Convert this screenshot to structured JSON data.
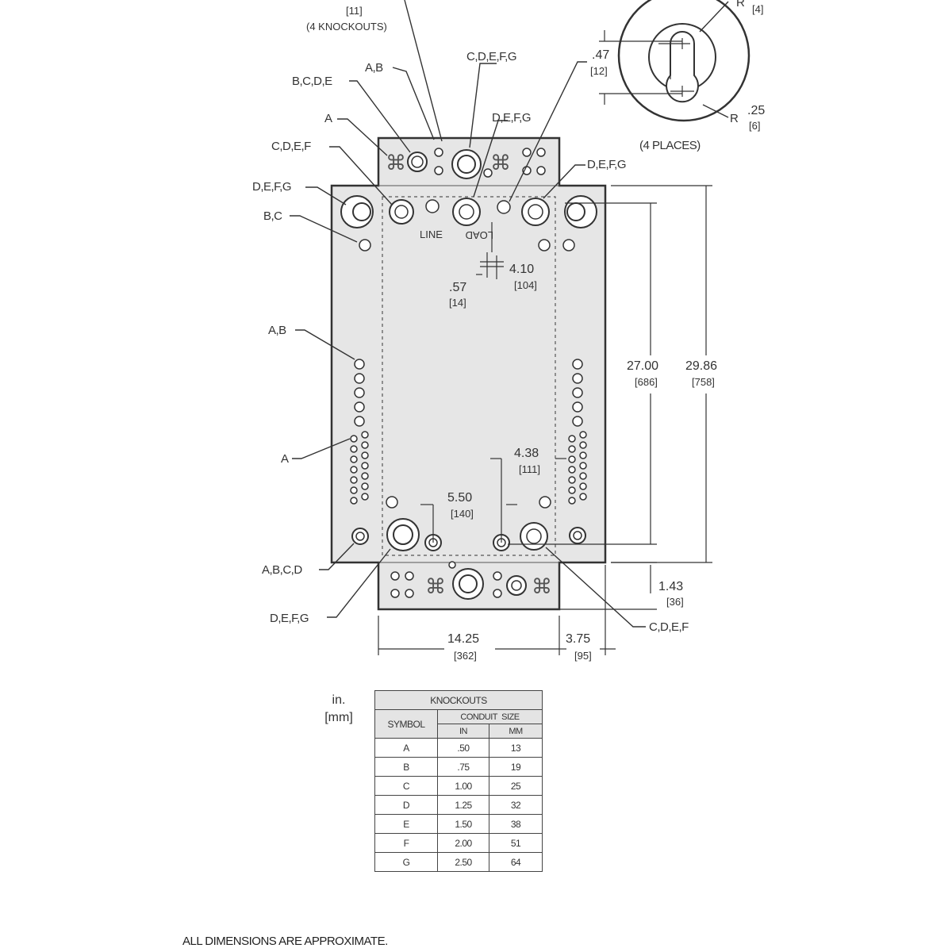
{
  "diagram": {
    "knockout_labels": {
      "top_knockouts_mm": "[11]",
      "top_knockouts_note": "(4 KNOCKOUTS)",
      "a_b_top": "A,B",
      "b_c_d_e": "B,C,D,E",
      "c_d_e_f_g_top": "C,D,E,F,G",
      "d_e_f_g_top_center": "D,E,F,G",
      "a_top_left": "A",
      "c_d_e_f_left": "C,D,E,F",
      "d_e_f_g_left": "D,E,F,G",
      "d_e_f_g_right": "D,E,F,G",
      "b_c_left": "B,C",
      "a_b_left": "A,B",
      "a_left_mid": "A",
      "a_b_c_d_bottom_left": "A,B,C,D",
      "d_e_f_g_bottom_left": "D,E,F,G",
      "c_d_e_f_bottom_right": "C,D,E,F"
    },
    "terminal_labels": {
      "line": "LINE",
      "load": "LOAD"
    },
    "keyhole": {
      "r_top": "R",
      "r_top_mm": "[4]",
      "dim_47": ".47",
      "dim_47_mm": "[12]",
      "r_bottom": "R",
      "r_bottom_val": ".25",
      "r_bottom_mm": "[6]",
      "places": "(4  PLACES)"
    },
    "dimensions": {
      "d_410": "4.10",
      "d_410_mm": "[104]",
      "d_57": ".57",
      "d_57_mm": "[14]",
      "d_2700": "27.00",
      "d_2700_mm": "[686]",
      "d_2986": "29.86",
      "d_2986_mm": "[758]",
      "d_438": "4.38",
      "d_438_mm": "[111]",
      "d_550": "5.50",
      "d_550_mm": "[140]",
      "d_143": "1.43",
      "d_143_mm": "[36]",
      "d_1425": "14.25",
      "d_1425_mm": "[362]",
      "d_375": "3.75",
      "d_375_mm": "[95]"
    }
  },
  "units": {
    "inches": "in.",
    "mm": "[mm]"
  },
  "table": {
    "title": "KNOCKOUTS",
    "symbol_header": "SYMBOL",
    "conduit_header": "CONDUIT",
    "size_header": "SIZE",
    "in_header": "IN",
    "mm_header": "MM",
    "rows": [
      {
        "symbol": "A",
        "in": ".50",
        "mm": "13"
      },
      {
        "symbol": "B",
        "in": ".75",
        "mm": "19"
      },
      {
        "symbol": "C",
        "in": "1.00",
        "mm": "25"
      },
      {
        "symbol": "D",
        "in": "1.25",
        "mm": "32"
      },
      {
        "symbol": "E",
        "in": "1.50",
        "mm": "38"
      },
      {
        "symbol": "F",
        "in": "2.00",
        "mm": "51"
      },
      {
        "symbol": "G",
        "in": "2.50",
        "mm": "64"
      }
    ]
  },
  "note": "ALL DIMENSIONS ARE APPROXIMATE."
}
